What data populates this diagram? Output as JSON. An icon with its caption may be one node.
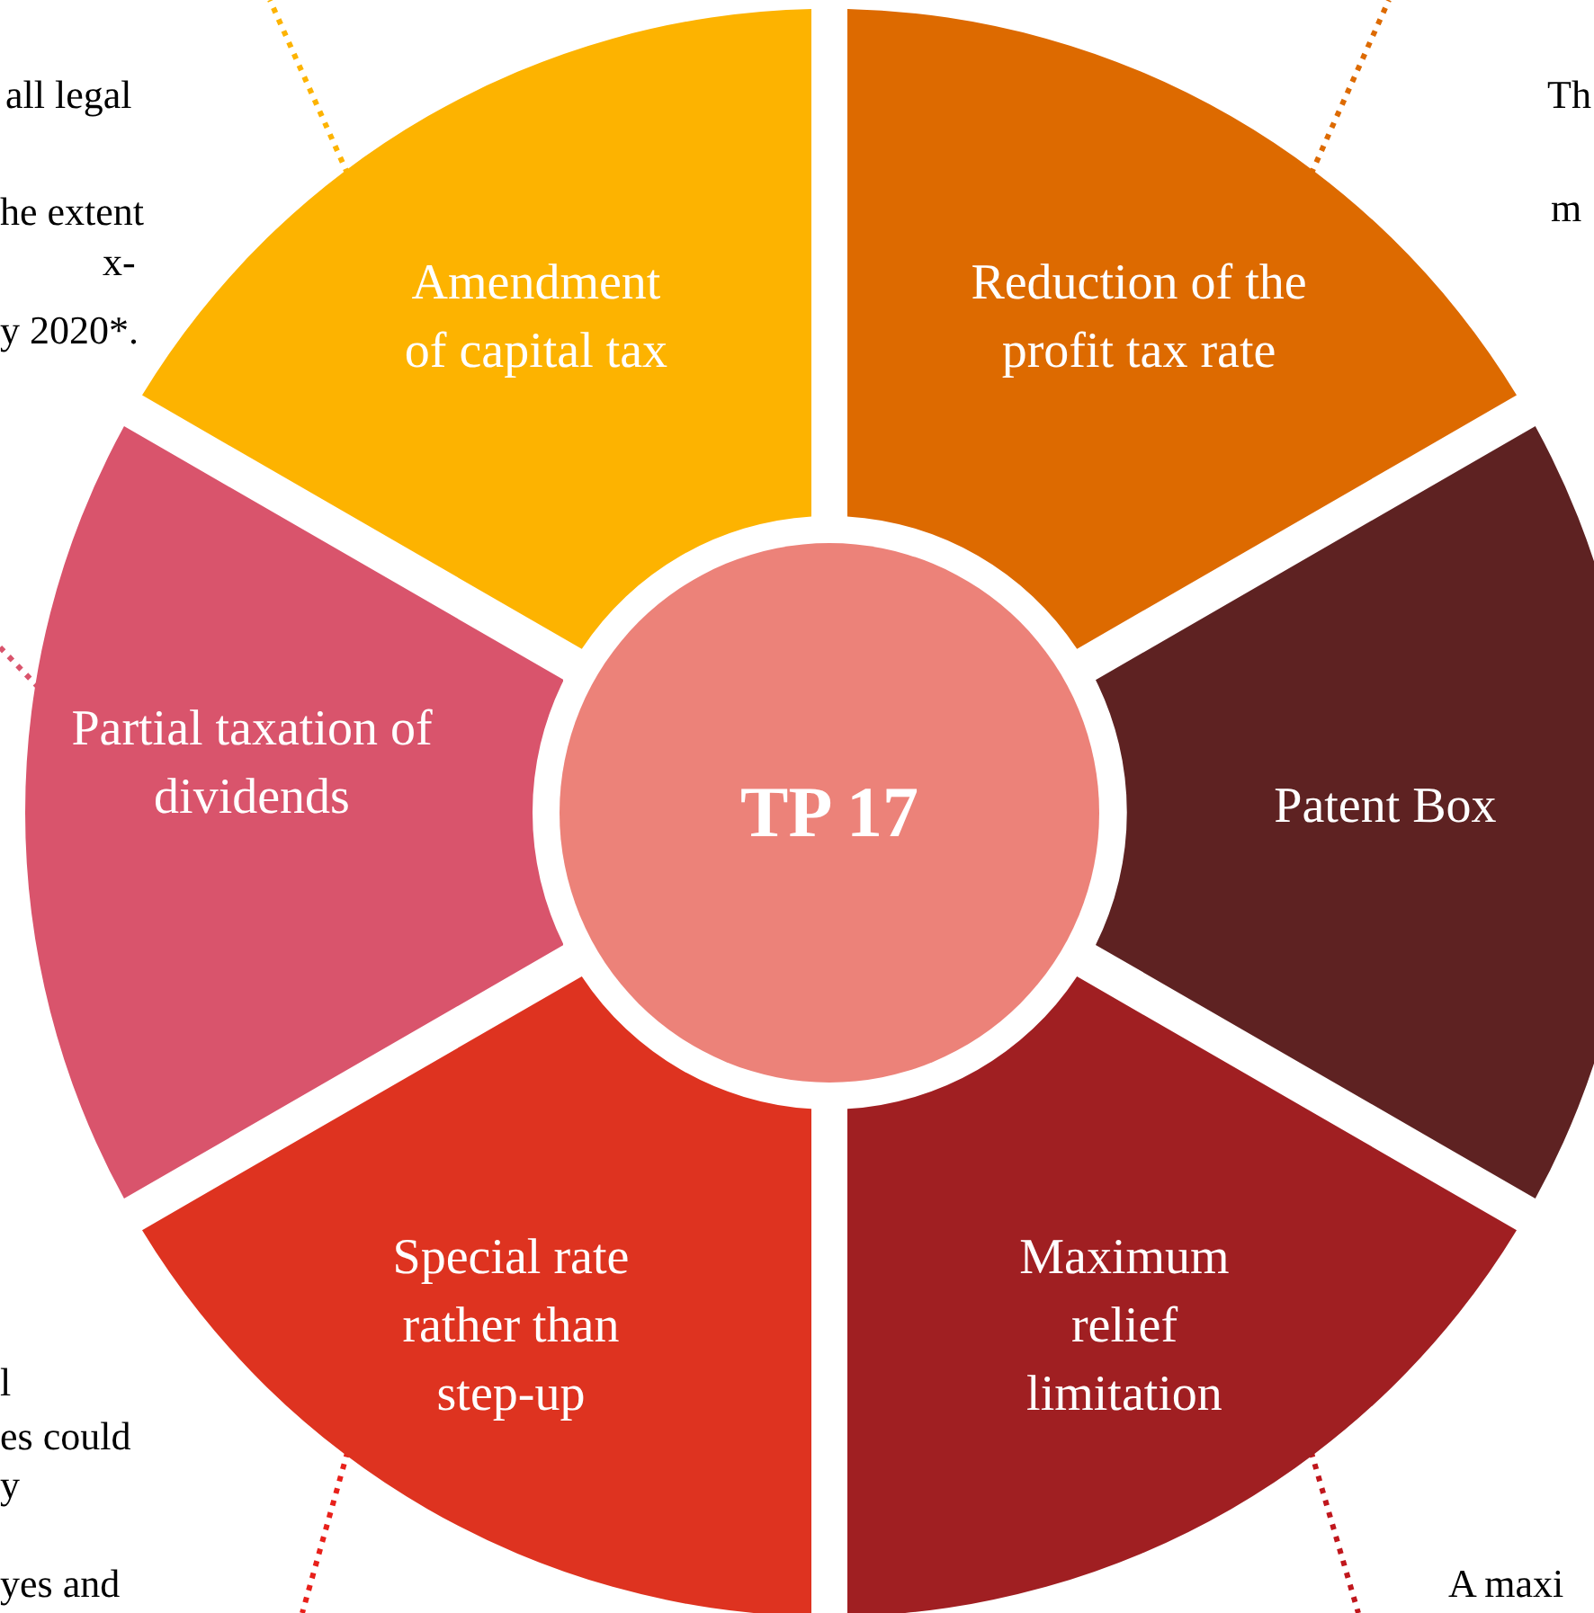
{
  "diagram": {
    "nodes": [
      {
        "text": [
          "Amendment of capital tax"
        ]
      },
      {
        "text": [
          "Reduction of the profit tax rate"
        ]
      },
      {
        "text": [
          "Partial taxation of dividends"
        ]
      },
      {
        "text": [
          "TP 17"
        ]
      },
      {
        "text": [
          "Patent Box"
        ]
      },
      {
        "text": [
          "Special rate rather than step-up"
        ]
      },
      {
        "text": [
          "Maximum relief limitation"
        ]
      }
    ],
    "edges": [
      {
        "from": 0,
        "to": null,
        "arrow": "none",
        "style": "dashed",
        "color": "#fdb300"
      },
      {
        "from": 1,
        "to": null,
        "arrow": "none",
        "style": "dashed",
        "color": "#dd6a00"
      },
      {
        "from": 2,
        "to": null,
        "arrow": "none",
        "style": "dashed",
        "color": "#d9546c"
      },
      {
        "from": 5,
        "to": null,
        "arrow": "none",
        "style": "dashed",
        "color": "#e8201a"
      },
      {
        "from": 6,
        "to": null,
        "arrow": "none",
        "style": "dashed",
        "color": "#c0161c"
      }
    ],
    "labels": [
      "all legal",
      "Th",
      "he extent",
      "m",
      "x-",
      "y 2020*.",
      "l",
      "es could",
      "y",
      "yes and",
      "A maxi"
    ]
  }
}
